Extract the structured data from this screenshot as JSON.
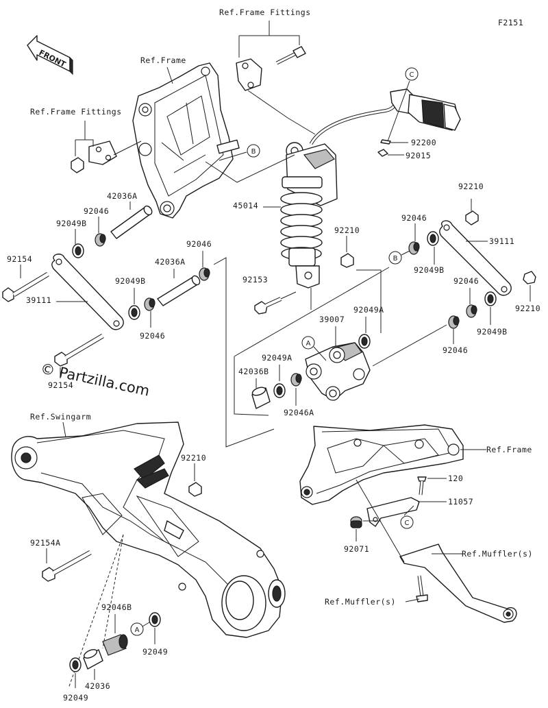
{
  "diagram_code": "F2151",
  "front_label": "FRONT",
  "watermark": "© Partzilla.com",
  "refs": {
    "frame_fittings_top": "Ref.Frame Fittings",
    "frame_fittings_left": "Ref.Frame Fittings",
    "frame_top": "Ref.Frame",
    "frame_right": "Ref.Frame",
    "swingarm": "Ref.Swingarm",
    "muffler_1": "Ref.Muffler(s)",
    "muffler_2": "Ref.Muffler(s)"
  },
  "callouts": {
    "a": "A",
    "b": "B",
    "c": "C"
  },
  "parts": {
    "p92200": "92200",
    "p92015": "92015",
    "p45014": "45014",
    "p92210_mid": "92210",
    "p92153": "92153",
    "p92210_tr": "92210",
    "p39111_r": "39111",
    "p92046_r1": "92046",
    "p92049B_r1": "92049B",
    "p92046_r2": "92046",
    "p92210_r": "92210",
    "p92049B_r2": "92049B",
    "p92046_r3": "92046",
    "p42036A_1": "42036A",
    "p92046_1": "92046",
    "p92049B_1": "92049B",
    "p92154_1": "92154",
    "p39111_l": "39111",
    "p42036A_2": "42036A",
    "p92046_2": "92046",
    "p92049B_2": "92049B",
    "p92046_3": "92046",
    "p92154_2": "92154",
    "p39007": "39007",
    "p92049A_1": "92049A",
    "p92049A_2": "92049A",
    "p42036B": "42036B",
    "p92046A": "92046A",
    "p92210_sw": "92210",
    "p92154A": "92154A",
    "p92046B": "92046B",
    "p92049_1": "92049",
    "p42036": "42036",
    "p92049_2": "92049",
    "p120": "120",
    "p11057": "11057",
    "p92071": "92071"
  }
}
